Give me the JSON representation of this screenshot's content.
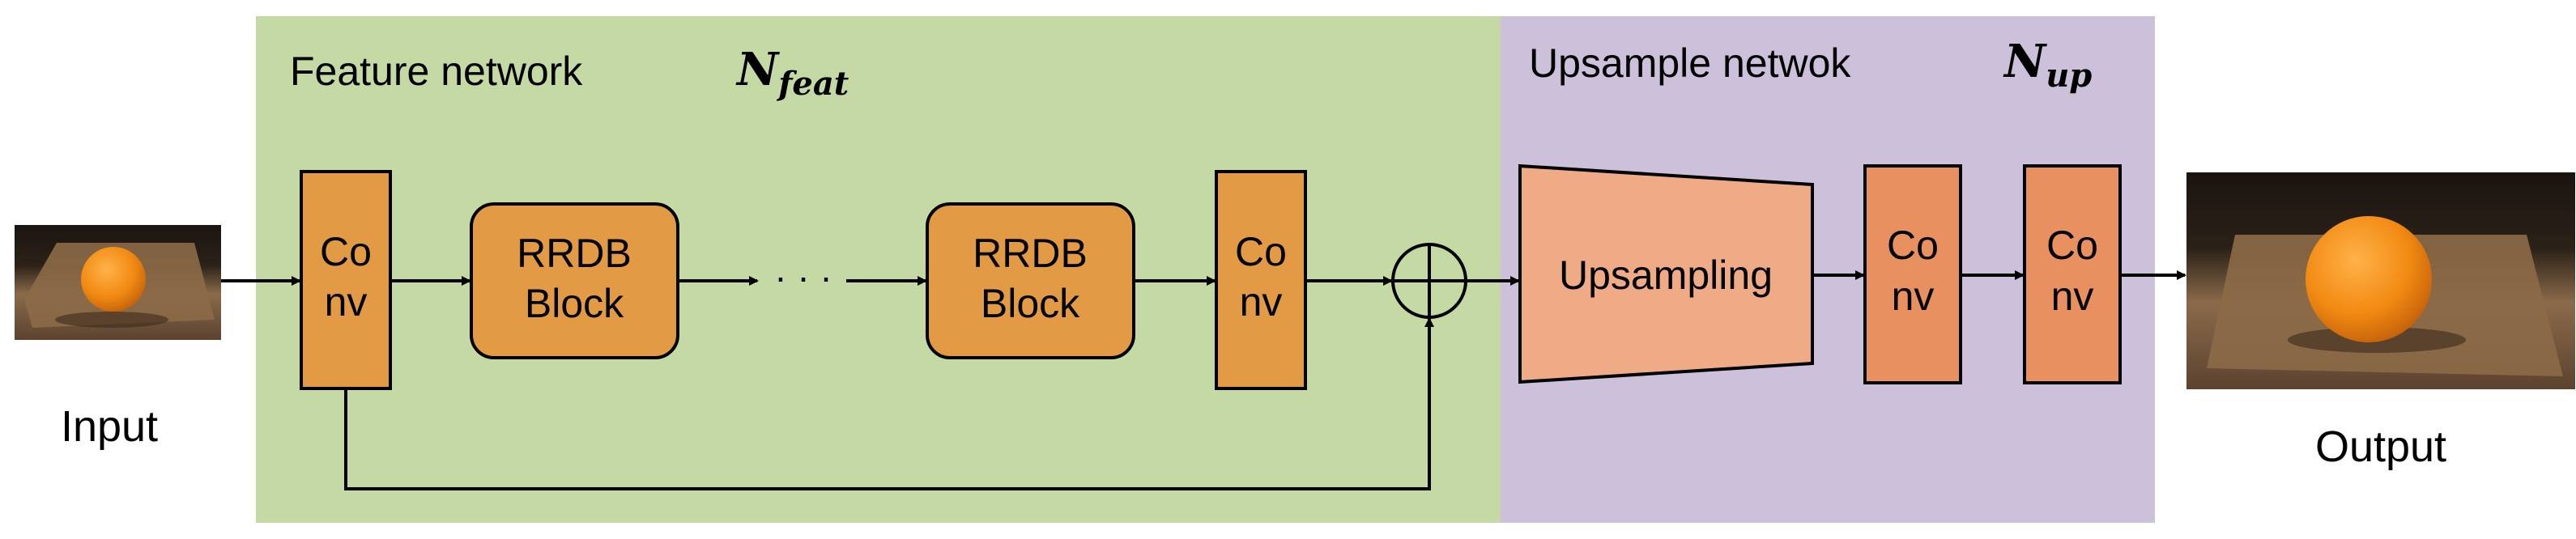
{
  "feature_network": {
    "title": "Feature network",
    "symbol": "N",
    "subscript": "feat",
    "color": "#c5d9a5"
  },
  "upsample_network": {
    "title": "Upsample netwok",
    "symbol": "N",
    "subscript": "up",
    "color": "#ccc0da"
  },
  "input_label": "Input",
  "output_label": "Output",
  "blocks": {
    "conv1": [
      "Co",
      "nv"
    ],
    "rrdb1": [
      "RRDB",
      "Block"
    ],
    "ellipsis": "· · ·",
    "rrdb2": [
      "RRDB",
      "Block"
    ],
    "conv2": [
      "Co",
      "nv"
    ],
    "upsampling": "Upsampling",
    "conv3": [
      "Co",
      "nv"
    ],
    "conv4": [
      "Co",
      "nv"
    ]
  },
  "colors": {
    "conv_orange": "#e29a45",
    "rrdb_orange": "#e29a45",
    "upsample_salmon": "#efab86",
    "upsample_conv": "#e8905f",
    "line": "#000000"
  }
}
